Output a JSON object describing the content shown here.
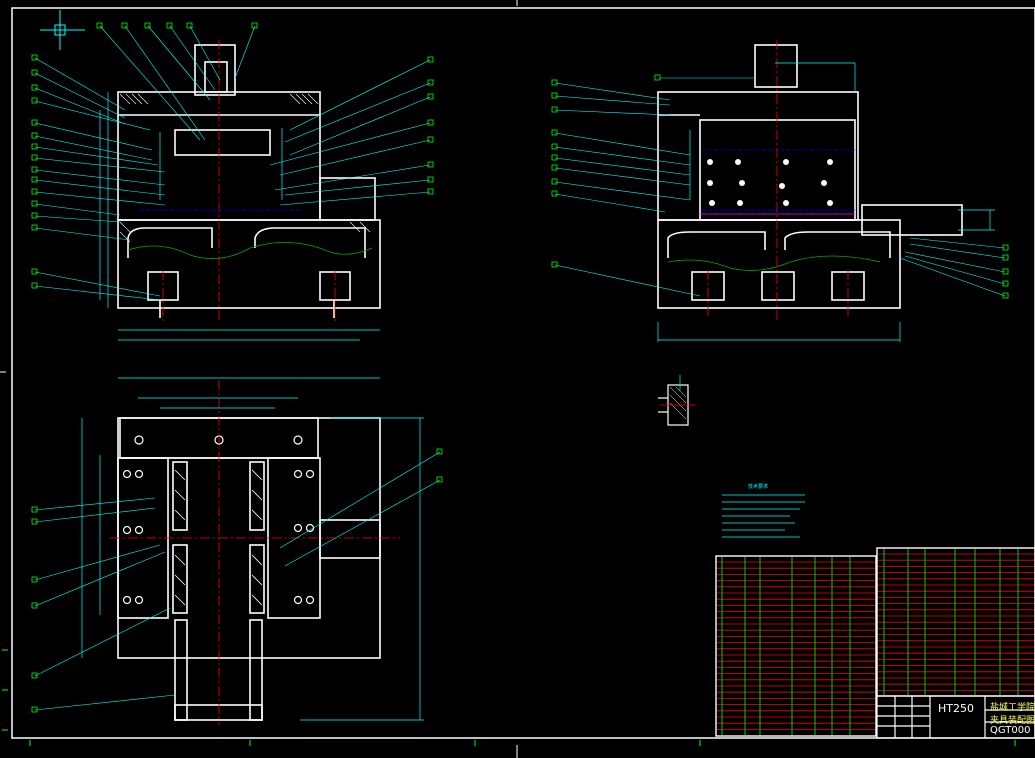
{
  "title_block": {
    "material": "HT250",
    "school": "盐城工学院",
    "drawing_name": "夹具装配图",
    "drawing_code": "QGT000"
  },
  "notes": {
    "title": "技术要求"
  },
  "colors": {
    "background": "#000000",
    "outline": "#ffffff",
    "dimension": "#00ffff",
    "leader": "#00ff00",
    "centerline": "#ff0000",
    "hidden": "#0000ff",
    "table_red": "#ff0000",
    "label": "#ffff00"
  }
}
